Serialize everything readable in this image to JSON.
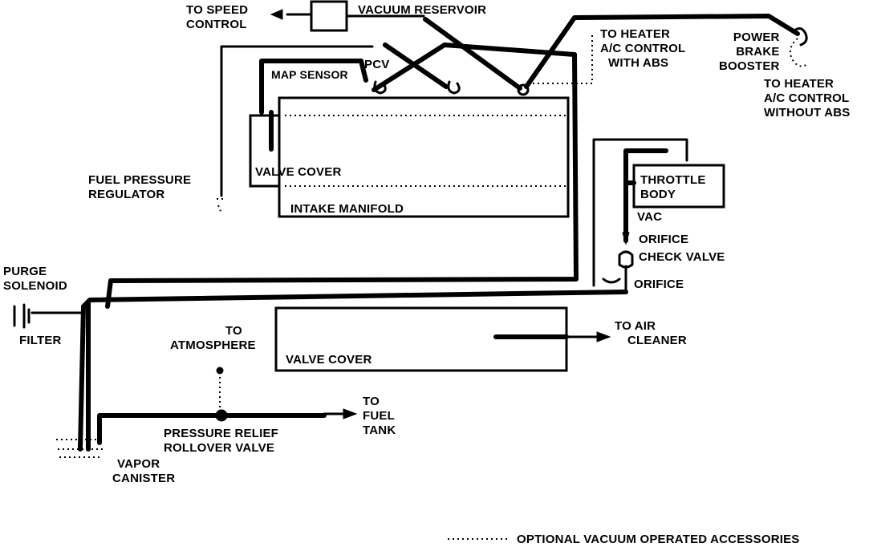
{
  "labels": {
    "to_speed_control": [
      "TO SPEED",
      "CONTROL"
    ],
    "vacuum_reservoir": "VACUUM RESERVOIR",
    "pcv": "PCV",
    "map_sensor": "MAP SENSOR",
    "to_heater_abs": [
      "TO HEATER",
      "A/C CONTROL",
      "WITH ABS"
    ],
    "power_brake_booster": [
      "POWER",
      "BRAKE",
      "BOOSTER"
    ],
    "to_heater_no_abs": [
      "TO HEATER",
      "A/C CONTROL",
      "WITHOUT ABS"
    ],
    "fuel_pressure_regulator": [
      "FUEL PRESSURE",
      "REGULATOR"
    ],
    "valve_cover_top": "VALVE COVER",
    "intake_manifold": "INTAKE MANIFOLD",
    "throttle_body": [
      "THROTTLE",
      "BODY"
    ],
    "vac": "VAC",
    "orifice_upper": "ORIFICE",
    "check_valve": "CHECK VALVE",
    "orifice_lower": "ORIFICE",
    "purge_solenoid": [
      "PURGE",
      "SOLENOID"
    ],
    "filter": "FILTER",
    "to_atmosphere": [
      "TO",
      "ATMOSPHERE"
    ],
    "valve_cover_bottom": "VALVE COVER",
    "to_air_cleaner": [
      "TO AIR",
      "CLEANER"
    ],
    "to_fuel_tank": [
      "TO",
      "FUEL",
      "TANK"
    ],
    "pressure_relief": [
      "PRESSURE RELIEF",
      "ROLLOVER VALVE"
    ],
    "vapor_canister": [
      "VAPOR",
      "CANISTER"
    ],
    "legend": "OPTIONAL VACUUM OPERATED ACCESSORIES"
  }
}
